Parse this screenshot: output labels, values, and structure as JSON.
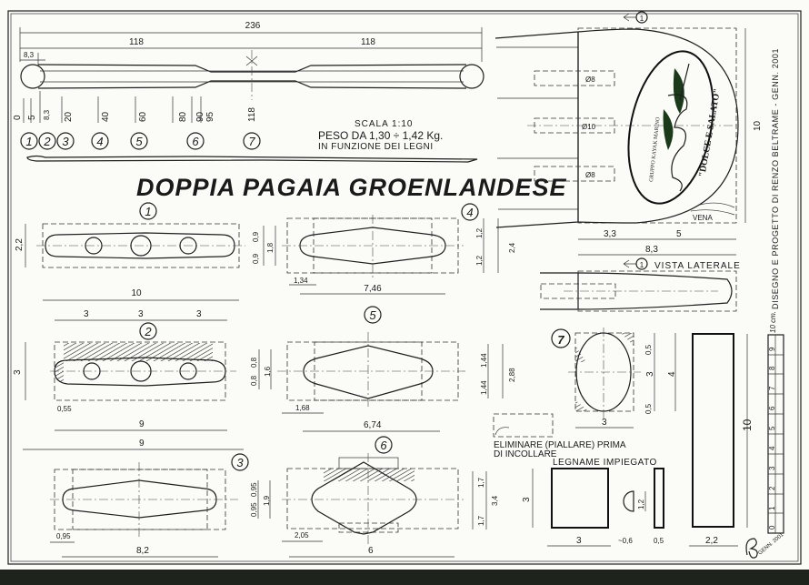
{
  "title": "DOPPIA PAGAIA GROENLANDESE",
  "scale": "SCALA 1:10",
  "weight_line1": "PESO   DA  1,30 ÷ 1,42 Kg.",
  "weight_line2": "IN FUNZIONE  DEI LEGNI",
  "overall": {
    "total": "236",
    "half_left": "118",
    "half_right": "118",
    "tip": "8,3"
  },
  "stations": [
    "0",
    "5",
    "8,3",
    "20",
    "40",
    "60",
    "80",
    "90",
    "95",
    "118"
  ],
  "section_labels": [
    "1",
    "2",
    "3",
    "4",
    "5",
    "6",
    "7"
  ],
  "section1": {
    "height": "2,2",
    "width": "10"
  },
  "section4": {
    "left_a": "0,9",
    "left_b": "0,9",
    "left_total": "1,8",
    "right_a": "1,2",
    "right_b": "1,2",
    "right_total": "2,4",
    "edge": "1,34",
    "width": "7,46"
  },
  "section2": {
    "top_a": "3",
    "top_b": "3",
    "top_c": "3",
    "height": "3",
    "edge": "0,55",
    "width_a": "9",
    "width_b": "9"
  },
  "section5": {
    "a": "0,8",
    "b": "0,8",
    "total": "1,6",
    "right_a": "1,44",
    "right_b": "1,44",
    "right_total": "2,88",
    "edge": "1,68",
    "width": "6,74"
  },
  "section3": {
    "a": "0,95",
    "b": "0,95",
    "total": "1,9",
    "edge": "0,95",
    "width": "8,2"
  },
  "section6": {
    "right_a": "1,7",
    "right_b": "1,7",
    "right_total": "3,4",
    "edge": "2,05",
    "width": "6"
  },
  "section7": {
    "top": "0,5",
    "mid": "3",
    "bottom": "0,5",
    "total": "4",
    "width": "3"
  },
  "blade": {
    "hole_top": "Ø8",
    "hole_mid": "Ø10",
    "hole_bottom": "Ø8",
    "grain": "VENA",
    "length": "10",
    "w_a": "3,3",
    "w_b": "5",
    "w_total": "8,3",
    "ref": "1",
    "side_view": "VISTA LATERALE"
  },
  "logo": {
    "club": "GRUPPO KAYAK MARINO",
    "name": "\"DOLCE E SALATO\""
  },
  "credit": "DISEGNO E PROGETTO DI  RENZO BELTRAME - GENN. 2001",
  "note_line1": "ELIMINARE (PIALLARE) PRIMA",
  "note_line2": "DI INCOLLARE",
  "lumber": {
    "title": "LEGNAME IMPIEGATO",
    "block_w": "3",
    "block_h": "3",
    "round_h": "1,2",
    "round_w": "~0,6",
    "strip_w": "0,5",
    "plank_w": "2,2",
    "plank_h": "10"
  },
  "ruler": {
    "unit": "10 cm.",
    "ticks": [
      "0",
      "1",
      "2",
      "3",
      "4",
      "5",
      "6",
      "7",
      "8",
      "9"
    ]
  },
  "signature": {
    "initials": "RB",
    "date": "GENN. 2001"
  }
}
